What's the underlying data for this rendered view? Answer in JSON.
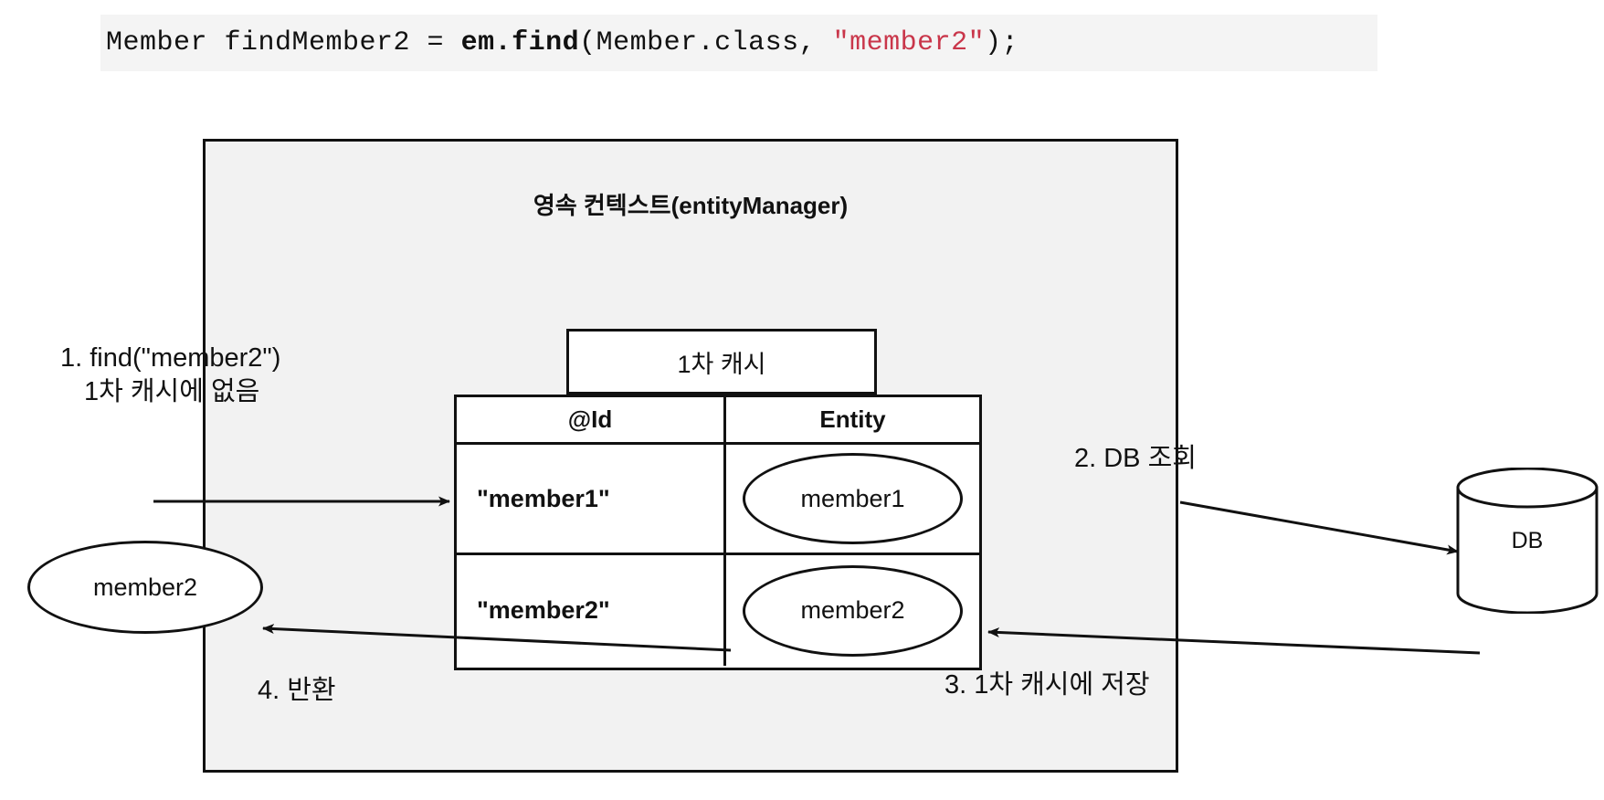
{
  "code": {
    "prefix": "Member findMember2 = ",
    "call": "em.find",
    "args_open": "(Member.class, ",
    "string_literal": "\"member2\"",
    "args_close": ");",
    "string_color": "#c9364a",
    "background": "#f4f4f4"
  },
  "diagram": {
    "title": "영속 컨텍스트(entityManager)",
    "background": "#f2f2f2",
    "border_color": "#111111",
    "cache": {
      "header": "1차 캐시",
      "columns": [
        "@Id",
        "Entity"
      ],
      "rows": [
        {
          "id": "\"member1\"",
          "entity": "member1"
        },
        {
          "id": "\"member2\"",
          "entity": "member2"
        }
      ]
    },
    "external_entity": "member2",
    "database": {
      "label": "DB"
    },
    "steps": {
      "step1_line1": "1. find(\"member2\")",
      "step1_line2": "1차 캐시에 없음",
      "step2": "2. DB 조회",
      "step3": "3. 1차 캐시에 저장",
      "step4": "4. 반환"
    }
  }
}
